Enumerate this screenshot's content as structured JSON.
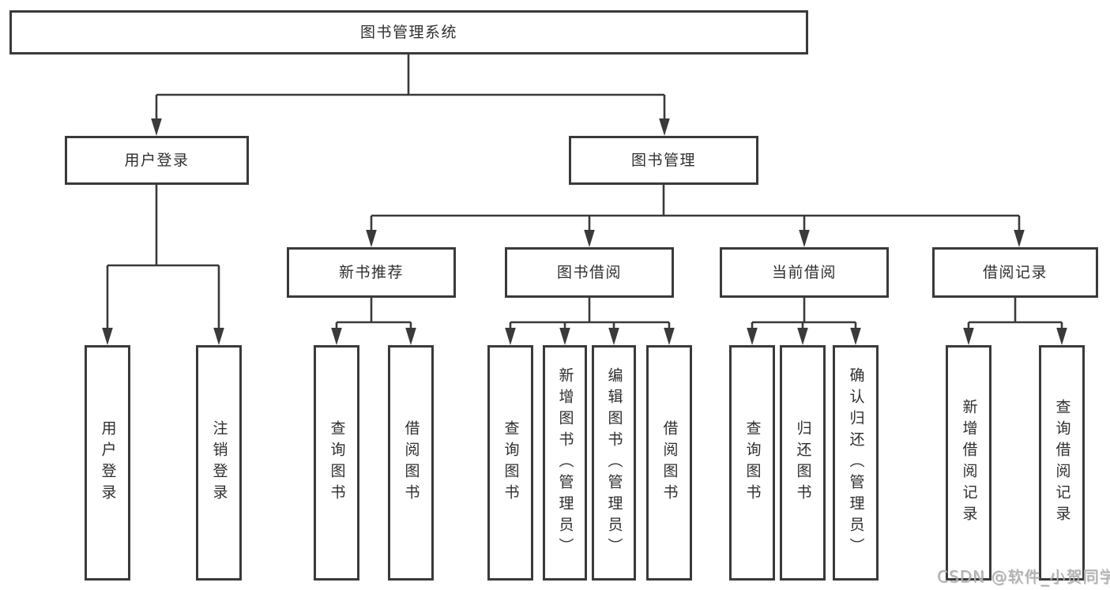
{
  "diagram": {
    "colors": {
      "line": "#3a3a3a",
      "box_border": "#3a3a3a",
      "text": "#2f2f2f",
      "background": "#ffffff",
      "watermark_text_color": "#b2b2b2"
    },
    "root": {
      "label": "图书管理系统"
    },
    "level2": [
      {
        "label": "用户登录"
      },
      {
        "label": "图书管理"
      }
    ],
    "level3": [
      {
        "label": "新书推荐"
      },
      {
        "label": "图书借阅"
      },
      {
        "label": "当前借阅"
      },
      {
        "label": "借阅记录"
      }
    ],
    "leaves": [
      {
        "label": "用户登录"
      },
      {
        "label": "注销登录"
      },
      {
        "label": "查询图书"
      },
      {
        "label": "借阅图书"
      },
      {
        "label": "查询图书"
      },
      {
        "label": "新增图书（管理员）"
      },
      {
        "label": "编辑图书（管理员）"
      },
      {
        "label": "借阅图书"
      },
      {
        "label": "查询图书"
      },
      {
        "label": "归还图书"
      },
      {
        "label": "确认归还（管理员）"
      },
      {
        "label": "新增借阅记录"
      },
      {
        "label": "查询借阅记录"
      }
    ],
    "watermark": "CSDN @软件_小贺同学"
  }
}
